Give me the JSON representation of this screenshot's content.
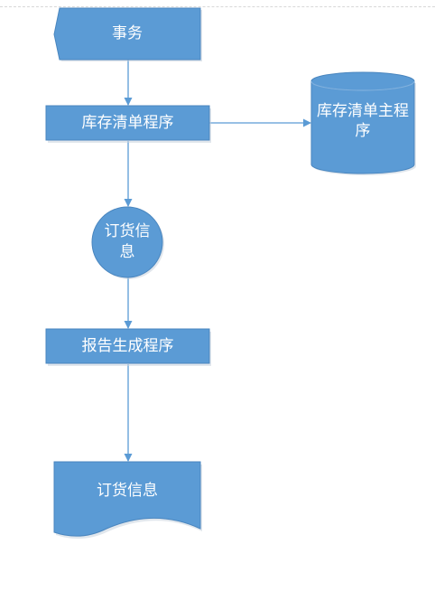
{
  "diagram": {
    "colors": {
      "fill": "#5b9bd5",
      "stroke": "#4a86bf",
      "shadow": "#c9d3de",
      "connector": "#5b9bd5",
      "text": "#ffffff"
    },
    "nodes": {
      "transaction": {
        "label": "事务",
        "shape": "input-pentagon"
      },
      "inventory_program": {
        "label": "库存清单程序",
        "shape": "process"
      },
      "master_inventory": {
        "label": "库存清单主程序",
        "shape": "database-cylinder"
      },
      "order_info_connector": {
        "label": "订货信息",
        "shape": "circle"
      },
      "report_program": {
        "label": "报告生成程序",
        "shape": "process"
      },
      "order_info_document": {
        "label": "订货信息",
        "shape": "document"
      }
    },
    "edges": [
      {
        "from": "transaction",
        "to": "inventory_program"
      },
      {
        "from": "inventory_program",
        "to": "master_inventory"
      },
      {
        "from": "inventory_program",
        "to": "order_info_connector"
      },
      {
        "from": "order_info_connector",
        "to": "report_program"
      },
      {
        "from": "report_program",
        "to": "order_info_document"
      }
    ]
  }
}
